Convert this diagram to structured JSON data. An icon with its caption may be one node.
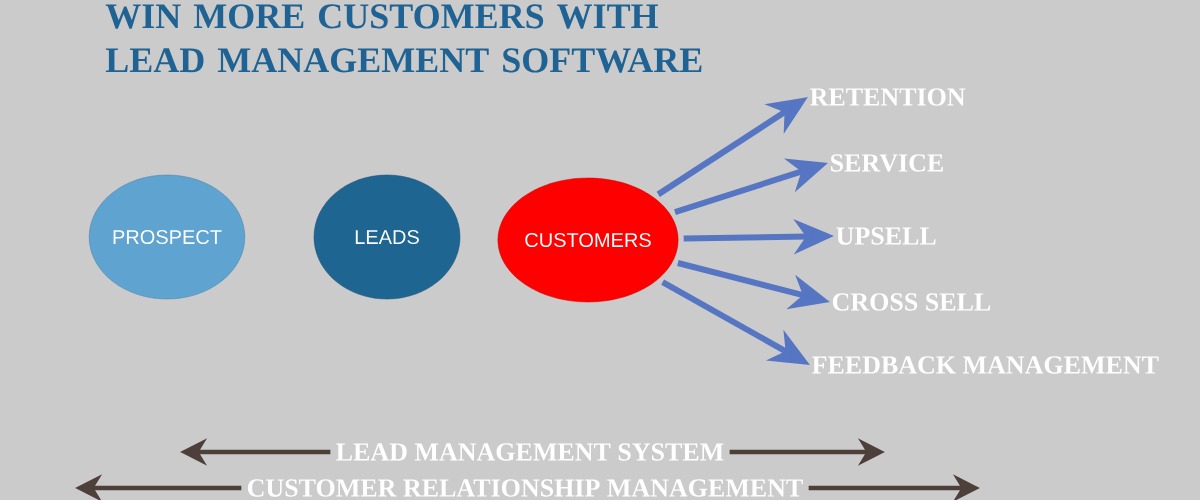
{
  "diagram": {
    "title": "WIN MORE CUSTOMERS WITH LEAD MANAGEMENT SOFTWARE",
    "nodes": [
      {
        "text": [
          "PROSPECT"
        ]
      },
      {
        "text": [
          "LEADS"
        ]
      },
      {
        "text": [
          "CUSTOMERS"
        ]
      },
      {
        "text": [
          "RETENTION"
        ]
      },
      {
        "text": [
          "SERVICE"
        ]
      },
      {
        "text": [
          "UPSELL"
        ]
      },
      {
        "text": [
          "CROSS SELL"
        ]
      },
      {
        "text": [
          "FEEDBACK MANAGEMENT"
        ]
      }
    ],
    "edges": [
      {
        "from": 2,
        "to": 3,
        "arrow": "to"
      },
      {
        "from": 2,
        "to": 4,
        "arrow": "to"
      },
      {
        "from": 2,
        "to": 5,
        "arrow": "to"
      },
      {
        "from": 2,
        "to": 6,
        "arrow": "to"
      },
      {
        "from": 2,
        "to": 7,
        "arrow": "to"
      }
    ],
    "labels": [
      "LEAD MANAGEMENT SYSTEM",
      "CUSTOMER RELATIONSHIP MANAGEMENT"
    ]
  }
}
